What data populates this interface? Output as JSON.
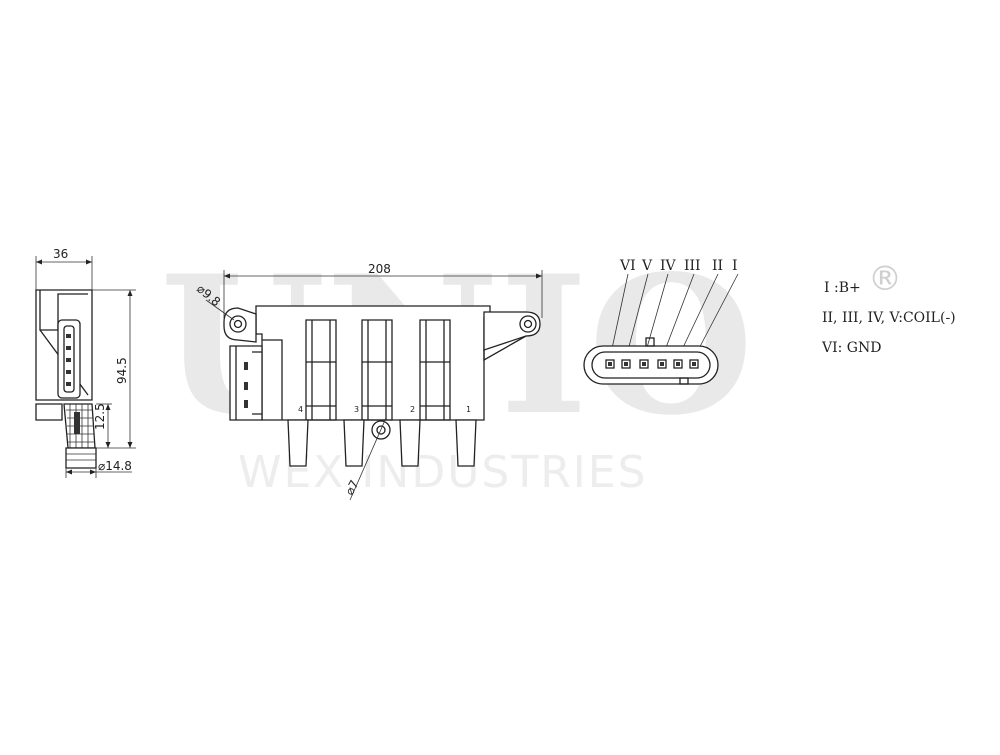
{
  "watermark": {
    "brand": "UNIO",
    "registered": "®",
    "company": "WEX INDUSTRIES"
  },
  "dimensions": {
    "side_width": "36",
    "side_height": "94.5",
    "boot_length": "12.5",
    "boot_diameter": "⌀14.8",
    "overall_length": "208",
    "mount_hole": "⌀9.8",
    "pin_hole": "⌀7"
  },
  "cylinder_numbers": [
    "4",
    "3",
    "2",
    "1"
  ],
  "connector": {
    "pin_labels": [
      "VI",
      "V",
      "IV",
      "III",
      "II",
      "I"
    ]
  },
  "legend": {
    "line1": "I :B+",
    "line2": "II, III, IV, V:COIL(-)",
    "line3": "VI:  GND"
  },
  "colors": {
    "line": "#222222",
    "watermark": "#e9e9e9"
  }
}
